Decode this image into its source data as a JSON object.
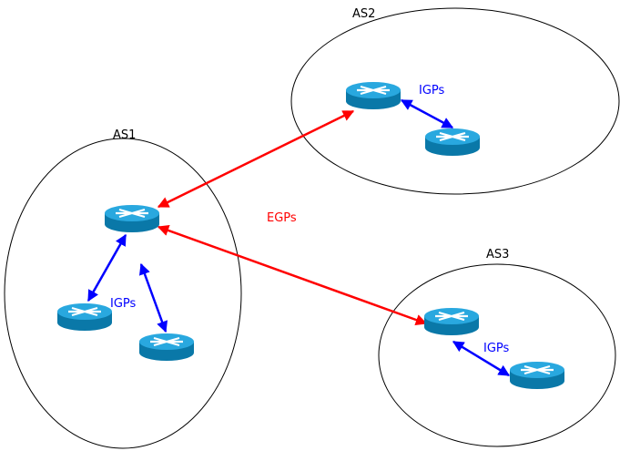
{
  "diagram": {
    "areas": [
      {
        "label": "AS1"
      },
      {
        "label": "AS2"
      },
      {
        "label": "AS3"
      }
    ],
    "egp_label": "EGPs",
    "igp_labels": [
      "IGPs",
      "IGPs",
      "IGPs"
    ],
    "colors": {
      "egp": "#ff0000",
      "igp": "#0000ff",
      "router_top": "#29a8df",
      "router_body": "#0a78a8"
    },
    "icons": {
      "router": "router-icon"
    }
  }
}
